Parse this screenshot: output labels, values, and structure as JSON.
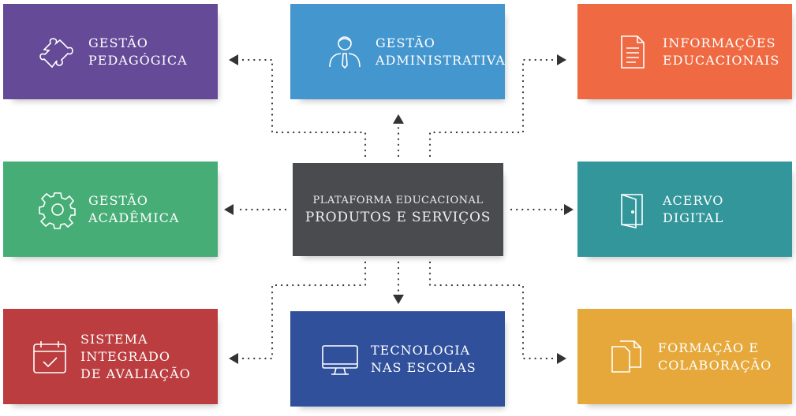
{
  "center": {
    "line1": "PLATAFORMA EDUCACIONAL",
    "line2": "PRODUTOS E SERVIÇOS",
    "color": "#4a4b4f"
  },
  "boxes": [
    {
      "id": "gestao-pedagogica",
      "lines": [
        "GESTÃO",
        "PEDAGÓGICA"
      ],
      "icon": "puzzle-icon",
      "color": "#654a98"
    },
    {
      "id": "gestao-administrativa",
      "lines": [
        "GESTÃO",
        "ADMINISTRATIVA"
      ],
      "icon": "person-tie-icon",
      "color": "#4496cf"
    },
    {
      "id": "informacoes-educacionais",
      "lines": [
        "INFORMAÇÕES",
        "EDUCACIONAIS"
      ],
      "icon": "document-icon",
      "color": "#ef6a42"
    },
    {
      "id": "gestao-academica",
      "lines": [
        "GESTÃO",
        "ACADÊMICA"
      ],
      "icon": "gear-icon",
      "color": "#47ad77"
    },
    {
      "id": "acervo-digital",
      "lines": [
        "ACERVO",
        "DIGITAL"
      ],
      "icon": "door-icon",
      "color": "#33969a"
    },
    {
      "id": "sistema-integrado",
      "lines": [
        "SISTEMA",
        "INTEGRADO",
        "DE AVALIAÇÃO"
      ],
      "icon": "calendar-check-icon",
      "color": "#bb3d3f"
    },
    {
      "id": "tecnologia-escolas",
      "lines": [
        "TECNOLOGIA",
        "NAS ESCOLAS"
      ],
      "icon": "monitor-icon",
      "color": "#30509c"
    },
    {
      "id": "formacao-colaboracao",
      "lines": [
        "FORMAÇÃO E",
        "COLABORAÇÃO"
      ],
      "icon": "copy-documents-icon",
      "color": "#e6a83a"
    }
  ]
}
